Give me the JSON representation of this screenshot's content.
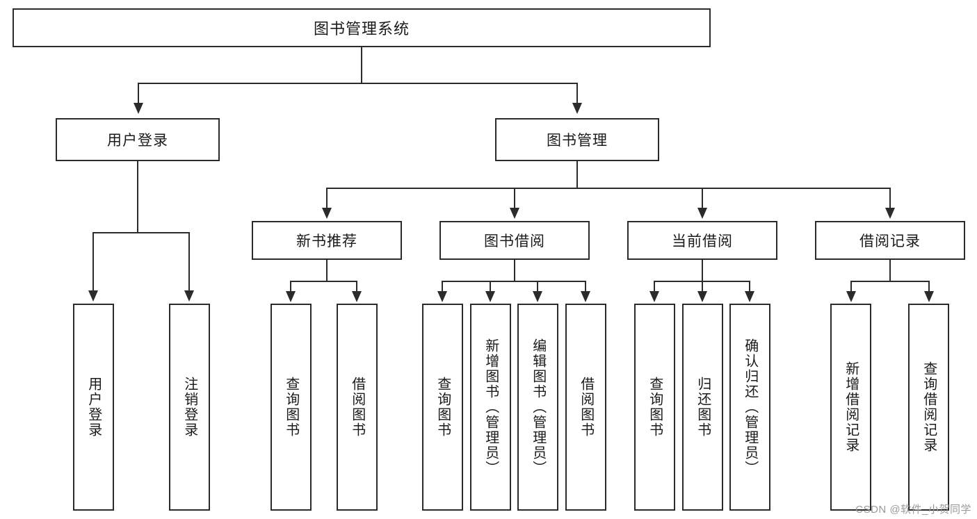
{
  "diagram": {
    "title": "图书管理系统",
    "type": "tree-hierarchy",
    "root": {
      "label": "图书管理系统"
    },
    "level2": [
      {
        "label": "用户登录"
      },
      {
        "label": "图书管理"
      }
    ],
    "level3": [
      {
        "label": "新书推荐"
      },
      {
        "label": "图书借阅"
      },
      {
        "label": "当前借阅"
      },
      {
        "label": "借阅记录"
      }
    ],
    "leaves": {
      "user_login": [
        {
          "label": "用户登录"
        },
        {
          "label": "注销登录"
        }
      ],
      "new_book_recommend": [
        {
          "label": "查询图书"
        },
        {
          "label": "借阅图书"
        }
      ],
      "book_borrow": [
        {
          "label": "查询图书"
        },
        {
          "label": "新增图书（管理员）"
        },
        {
          "label": "编辑图书（管理员）"
        },
        {
          "label": "借阅图书"
        }
      ],
      "current_borrow": [
        {
          "label": "查询图书"
        },
        {
          "label": "归还图书"
        },
        {
          "label": "确认归还（管理员）"
        }
      ],
      "borrow_record": [
        {
          "label": "新增借阅记录"
        },
        {
          "label": "查询借阅记录"
        }
      ]
    },
    "watermark": "CSDN @软件_小贺同学",
    "colors": {
      "stroke": "#2b2b2b",
      "fill": "#ffffff",
      "text": "#1a1a1a",
      "watermark": "#9a9a9a"
    }
  }
}
